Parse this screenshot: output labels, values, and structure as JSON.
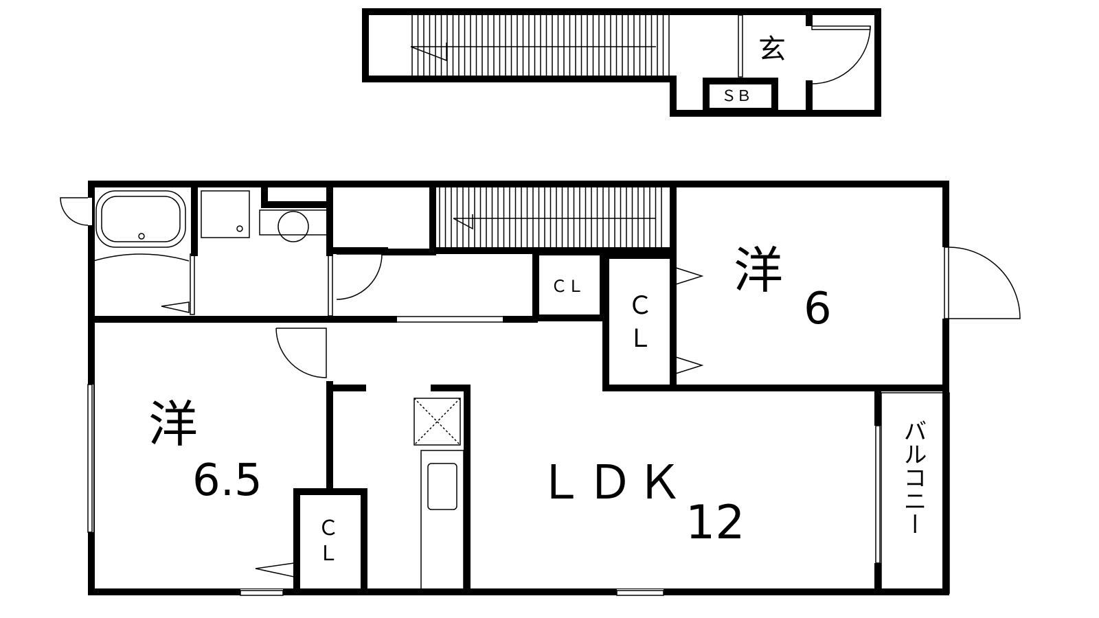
{
  "plan": {
    "entrance": {
      "label": "玄"
    },
    "shoe_box": {
      "label": "ＳＢ"
    },
    "western_room_1": {
      "kanji": "洋",
      "size": "6"
    },
    "western_room_2": {
      "kanji": "洋",
      "size": "6.5"
    },
    "closet_small": {
      "label": "ＣＬ"
    },
    "closet_vertical_1": {
      "c": "Ｃ",
      "l": "Ｌ"
    },
    "closet_vertical_2": {
      "c": "Ｃ",
      "l": "Ｌ"
    },
    "ldk": {
      "label": "ＬＤＫ",
      "size": "12"
    },
    "balcony": {
      "label": "バルコニー"
    }
  }
}
